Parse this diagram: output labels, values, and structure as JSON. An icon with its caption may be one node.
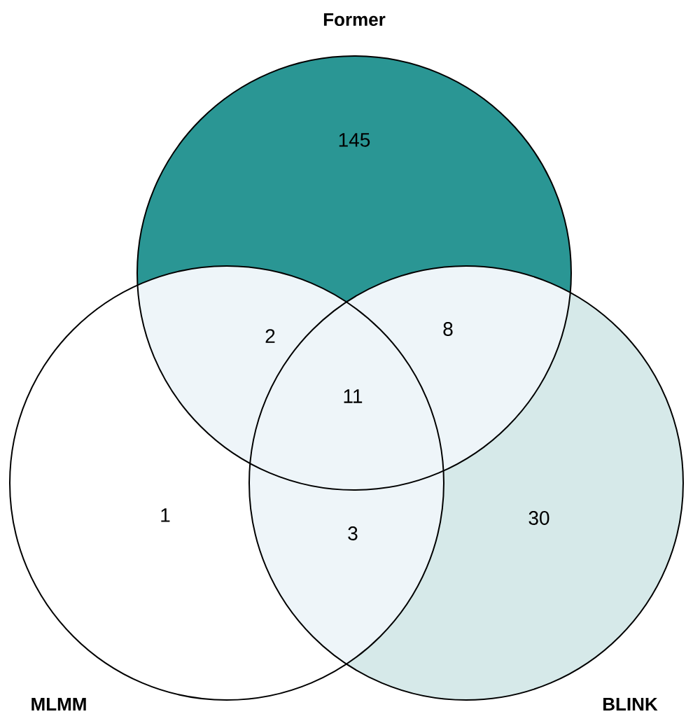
{
  "diagram": {
    "nodes": [
      {
        "text": [
          "Former"
        ]
      },
      {
        "text": [
          "MLMM"
        ]
      },
      {
        "text": [
          "BLINK"
        ]
      }
    ],
    "labels": [
      "145",
      "2",
      "8",
      "11",
      "1",
      "30",
      "3"
    ]
  }
}
